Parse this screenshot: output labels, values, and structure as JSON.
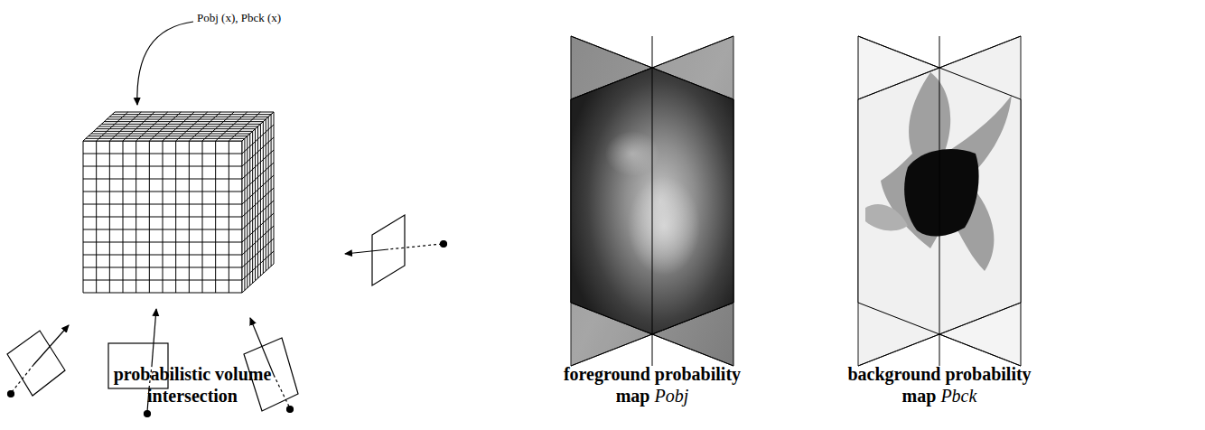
{
  "diagram": {
    "labels": [
      "Pobj (x), Pbck (x)",
      "probabilistic volume intersection",
      "foreground probability map",
      "Pobj",
      "background probability map",
      "Pbck"
    ]
  }
}
